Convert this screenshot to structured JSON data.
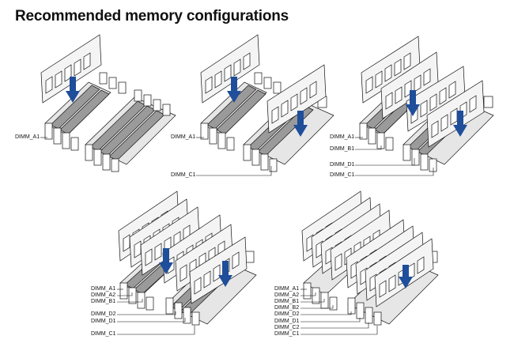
{
  "page": {
    "title": "Recommended memory configurations"
  },
  "configs": [
    {
      "slots": [
        "DIMM_A1"
      ]
    },
    {
      "slots": [
        "DIMM_A1",
        "DIMM_C1"
      ]
    },
    {
      "slots": [
        "DIMM_A1",
        "DIMM_B1",
        "DIMM_D1",
        "DIMM_C1"
      ]
    },
    {
      "slots": [
        "DIMM_A1",
        "DIMM_A2",
        "DIMM_B1",
        "DIMM_D2",
        "DIMM_D1",
        "DIMM_C1"
      ]
    },
    {
      "slots": [
        "DIMM_A1",
        "DIMM_A2",
        "DIMM_B1",
        "DIMM_B2",
        "DIMM_D2",
        "DIMM_D1",
        "DIMM_C2",
        "DIMM_C1"
      ]
    }
  ],
  "colors": {
    "arrow": "#1f4e9a",
    "slot": "#9a9a9a",
    "module": "#f4f4f4"
  },
  "icons": {
    "arrow": "down-arrow-icon",
    "module": "memory-module",
    "slot": "dimm-slot"
  }
}
